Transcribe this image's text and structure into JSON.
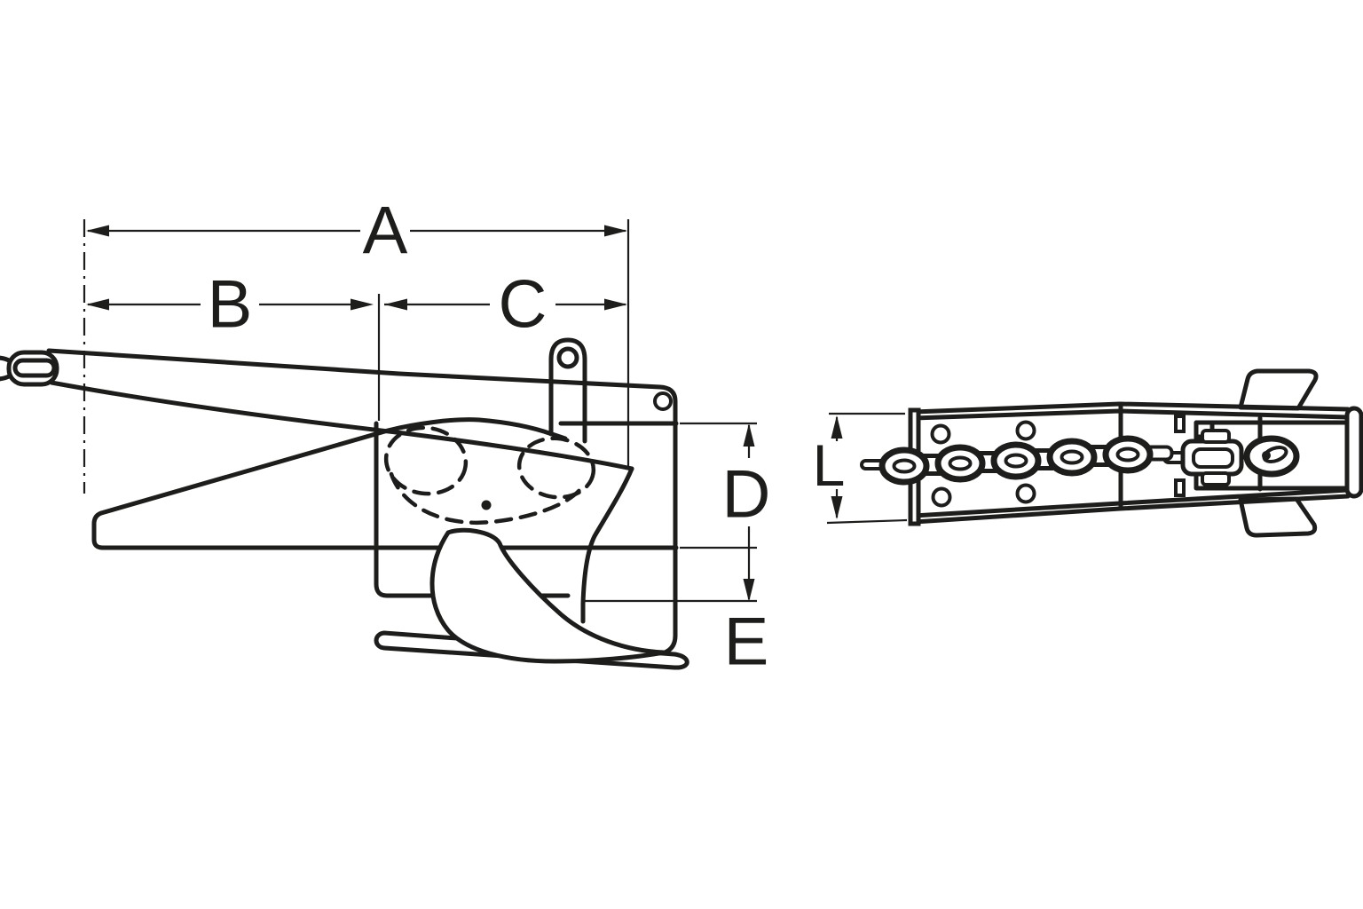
{
  "title": "anchor-and-bow-roller-technical-drawing",
  "colors": {
    "background": "#ffffff",
    "line": "#1d1d1b"
  },
  "dimension_labels": {
    "A": "A",
    "B": "B",
    "C": "C",
    "D": "D",
    "E": "E",
    "L": "L"
  }
}
